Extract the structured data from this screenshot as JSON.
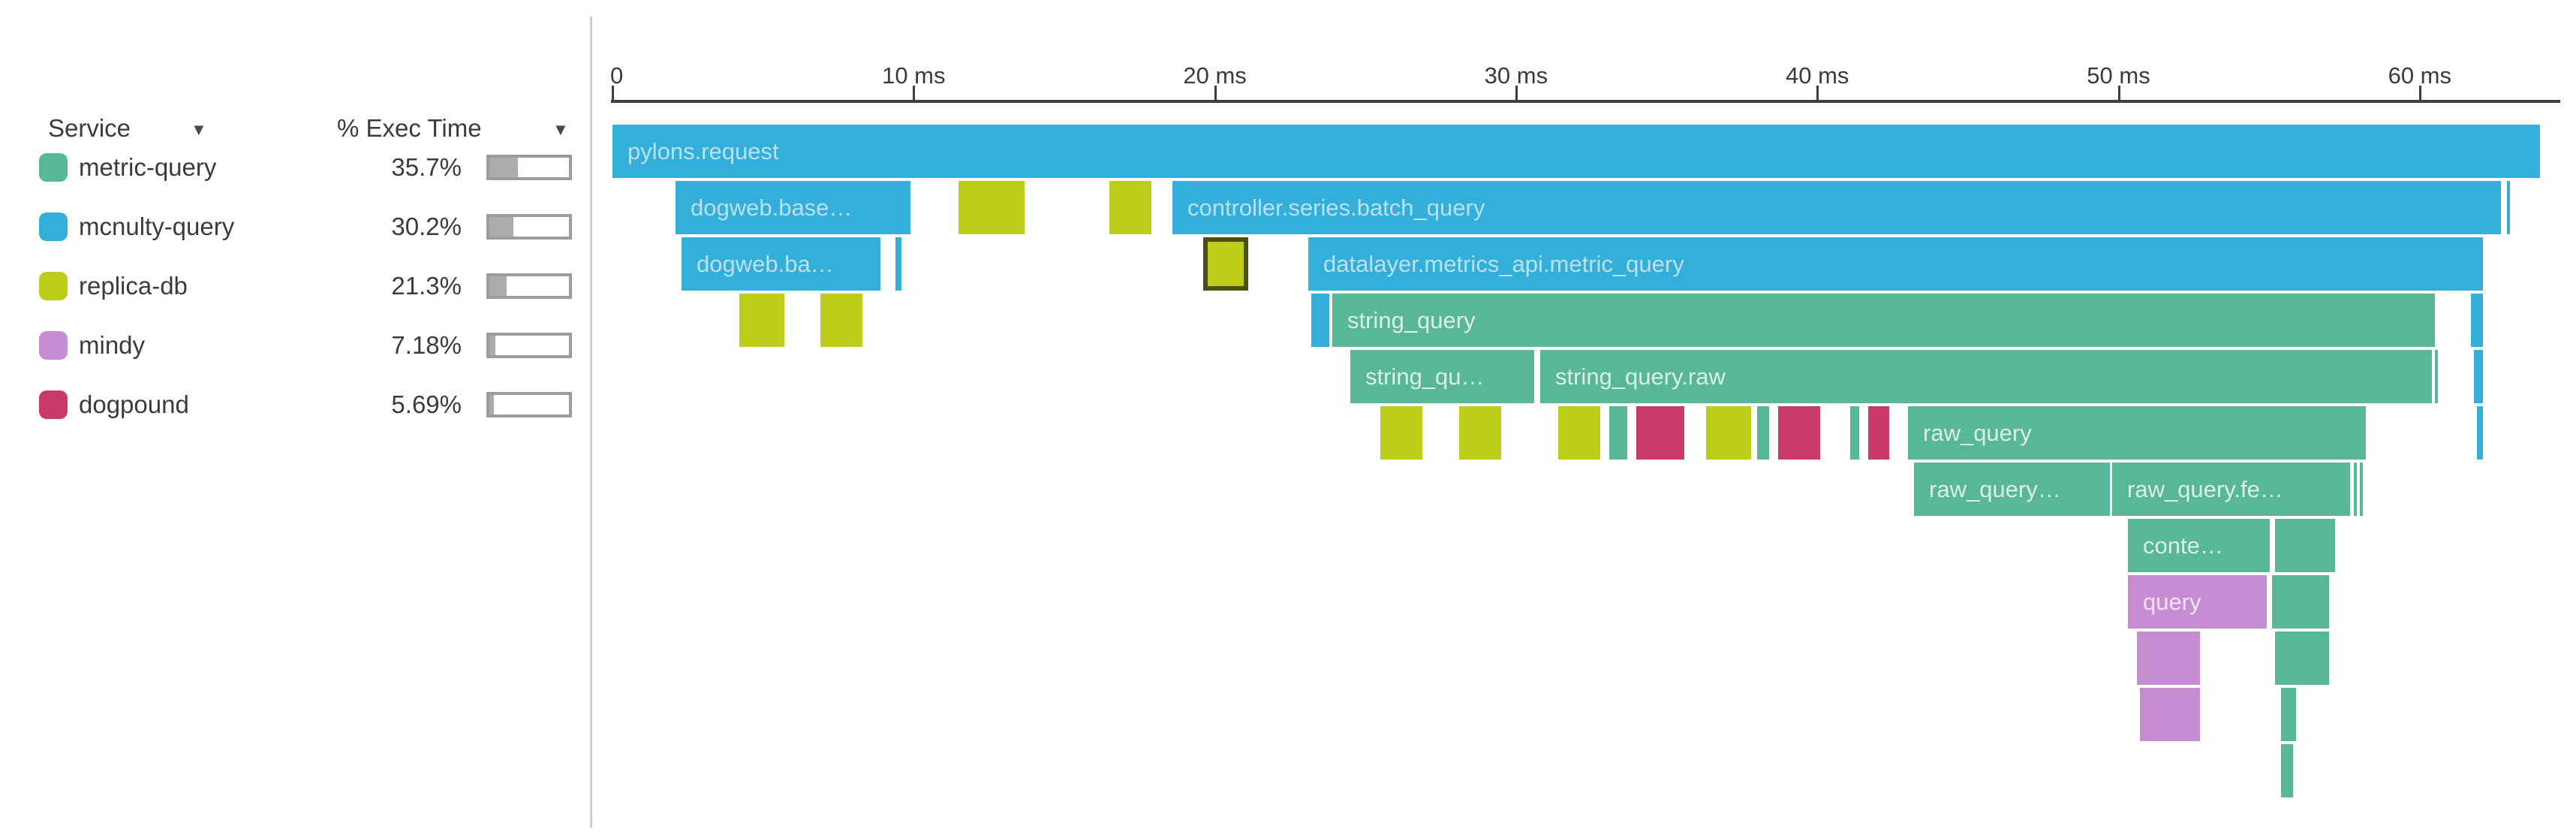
{
  "sidebar": {
    "columns": [
      {
        "label": "Service",
        "sort_icon": "chevron-down-icon"
      },
      {
        "label": "% Exec Time",
        "sort_icon": "chevron-down-icon"
      }
    ]
  },
  "axis": {
    "unit": "ms",
    "ticks": [
      {
        "ms": 0,
        "label": "0"
      },
      {
        "ms": 10,
        "label": "10 ms"
      },
      {
        "ms": 20,
        "label": "20 ms"
      },
      {
        "ms": 30,
        "label": "30 ms"
      },
      {
        "ms": 40,
        "label": "40 ms"
      },
      {
        "ms": 50,
        "label": "50 ms"
      },
      {
        "ms": 60,
        "label": "60 ms"
      }
    ]
  },
  "colors": {
    "axis": "#3f3f3f",
    "divider": "#cccccc",
    "text": "#3b3b3b",
    "progress_border": "#9c9c9c",
    "progress_fill": "#acacac",
    "selected_span_border": "#4a500f"
  },
  "chart_data": {
    "type": "flamegraph",
    "x_unit": "ms",
    "x_range": [
      0,
      64.5
    ],
    "legend_position": "left",
    "services": [
      {
        "name": "metric-query",
        "color": "#58B699",
        "label_color": "#DBF0E7",
        "exec_time": "35.7%",
        "exec_fraction": 0.357
      },
      {
        "name": "mcnulty-query",
        "color": "#33AFD9",
        "label_color": "#B8E2F2",
        "exec_time": "30.2%",
        "exec_fraction": 0.302
      },
      {
        "name": "replica-db",
        "color": "#BECD19",
        "label_color": "#DBF0E7",
        "exec_time": "21.3%",
        "exec_fraction": 0.213
      },
      {
        "name": "mindy",
        "color": "#C78DD2",
        "label_color": "#F2E4F4",
        "exec_time": "7.18%",
        "exec_fraction": 0.0718
      },
      {
        "name": "dogpound",
        "color": "#C93A6B",
        "label_color": "#F5DCE5",
        "exec_time": "5.69%",
        "exec_fraction": 0.0569
      }
    ],
    "spans": [
      {
        "row": 0,
        "start_ms": 0.0,
        "end_ms": 64.0,
        "service": "mcnulty-query",
        "label": "pylons.request"
      },
      {
        "row": 1,
        "start_ms": 2.1,
        "end_ms": 9.9,
        "service": "mcnulty-query",
        "label": "dogweb.base…"
      },
      {
        "row": 1,
        "start_ms": 11.5,
        "end_ms": 13.7,
        "service": "replica-db"
      },
      {
        "row": 1,
        "start_ms": 16.5,
        "end_ms": 17.9,
        "service": "replica-db"
      },
      {
        "row": 1,
        "start_ms": 18.6,
        "end_ms": 62.7,
        "service": "mcnulty-query",
        "label": "controller.series.batch_query"
      },
      {
        "row": 1,
        "start_ms": 62.9,
        "end_ms": 63.0,
        "service": "mcnulty-query"
      },
      {
        "row": 2,
        "start_ms": 2.3,
        "end_ms": 8.9,
        "service": "mcnulty-query",
        "label": "dogweb.ba…"
      },
      {
        "row": 2,
        "start_ms": 9.4,
        "end_ms": 9.6,
        "service": "mcnulty-query"
      },
      {
        "row": 2,
        "start_ms": 19.6,
        "end_ms": 21.1,
        "service": "replica-db",
        "selected": true
      },
      {
        "row": 2,
        "start_ms": 23.1,
        "end_ms": 62.1,
        "service": "mcnulty-query",
        "label": "datalayer.metrics_api.metric_query"
      },
      {
        "row": 3,
        "start_ms": 4.2,
        "end_ms": 5.7,
        "service": "replica-db"
      },
      {
        "row": 3,
        "start_ms": 6.9,
        "end_ms": 8.3,
        "service": "replica-db"
      },
      {
        "row": 3,
        "start_ms": 23.2,
        "end_ms": 23.8,
        "service": "mcnulty-query"
      },
      {
        "row": 3,
        "start_ms": 23.9,
        "end_ms": 60.5,
        "service": "metric-query",
        "label": "string_query"
      },
      {
        "row": 3,
        "start_ms": 61.7,
        "end_ms": 62.1,
        "service": "mcnulty-query"
      },
      {
        "row": 4,
        "start_ms": 24.5,
        "end_ms": 30.6,
        "service": "metric-query",
        "label": "string_qu…"
      },
      {
        "row": 4,
        "start_ms": 30.8,
        "end_ms": 60.4,
        "service": "metric-query",
        "label": "string_query.raw"
      },
      {
        "row": 4,
        "start_ms": 60.5,
        "end_ms": 60.6,
        "service": "metric-query"
      },
      {
        "row": 4,
        "start_ms": 61.8,
        "end_ms": 62.1,
        "service": "mcnulty-query"
      },
      {
        "row": 5,
        "start_ms": 25.5,
        "end_ms": 26.9,
        "service": "replica-db"
      },
      {
        "row": 5,
        "start_ms": 28.1,
        "end_ms": 29.5,
        "service": "replica-db"
      },
      {
        "row": 5,
        "start_ms": 31.4,
        "end_ms": 32.8,
        "service": "replica-db"
      },
      {
        "row": 5,
        "start_ms": 33.1,
        "end_ms": 33.7,
        "service": "metric-query"
      },
      {
        "row": 5,
        "start_ms": 34.0,
        "end_ms": 35.6,
        "service": "dogpound"
      },
      {
        "row": 5,
        "start_ms": 36.3,
        "end_ms": 37.8,
        "service": "replica-db"
      },
      {
        "row": 5,
        "start_ms": 38.0,
        "end_ms": 38.4,
        "service": "metric-query"
      },
      {
        "row": 5,
        "start_ms": 38.7,
        "end_ms": 40.1,
        "service": "dogpound"
      },
      {
        "row": 5,
        "start_ms": 41.1,
        "end_ms": 41.4,
        "service": "metric-query"
      },
      {
        "row": 5,
        "start_ms": 41.7,
        "end_ms": 42.4,
        "service": "dogpound"
      },
      {
        "row": 5,
        "start_ms": 43.0,
        "end_ms": 58.2,
        "service": "metric-query",
        "label": "raw_query"
      },
      {
        "row": 5,
        "start_ms": 61.9,
        "end_ms": 62.1,
        "service": "mcnulty-query"
      },
      {
        "row": 6,
        "start_ms": 43.2,
        "end_ms": 49.7,
        "service": "metric-query",
        "label": "raw_query…"
      },
      {
        "row": 6,
        "start_ms": 49.8,
        "end_ms": 57.7,
        "service": "metric-query",
        "label": "raw_query.fe…"
      },
      {
        "row": 6,
        "start_ms": 57.8,
        "end_ms": 57.9,
        "service": "metric-query"
      },
      {
        "row": 6,
        "start_ms": 58.0,
        "end_ms": 58.1,
        "service": "metric-query"
      },
      {
        "row": 7,
        "start_ms": 50.3,
        "end_ms": 55.0,
        "service": "metric-query",
        "label": "conte…"
      },
      {
        "row": 7,
        "start_ms": 55.2,
        "end_ms": 57.2,
        "service": "metric-query"
      },
      {
        "row": 8,
        "start_ms": 50.3,
        "end_ms": 54.9,
        "service": "mindy",
        "label": "query"
      },
      {
        "row": 8,
        "start_ms": 55.1,
        "end_ms": 57.0,
        "service": "metric-query"
      },
      {
        "row": 9,
        "start_ms": 50.6,
        "end_ms": 52.7,
        "service": "mindy"
      },
      {
        "row": 9,
        "start_ms": 55.2,
        "end_ms": 57.0,
        "service": "metric-query"
      },
      {
        "row": 10,
        "start_ms": 50.7,
        "end_ms": 52.7,
        "service": "mindy"
      },
      {
        "row": 10,
        "start_ms": 55.4,
        "end_ms": 55.9,
        "service": "metric-query"
      },
      {
        "row": 11,
        "start_ms": 55.4,
        "end_ms": 55.8,
        "service": "metric-query"
      }
    ]
  }
}
